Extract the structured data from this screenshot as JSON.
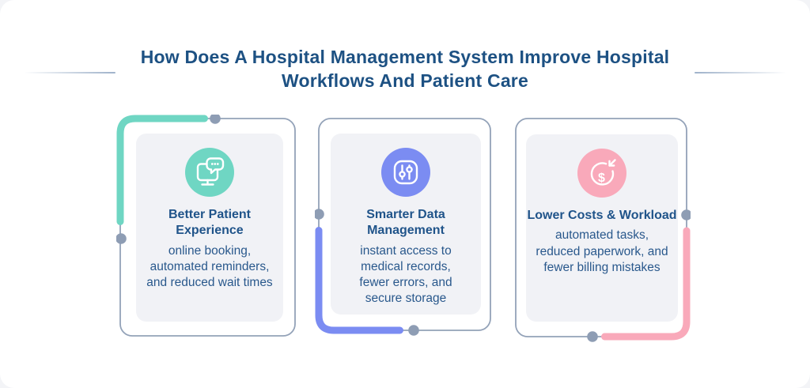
{
  "page": {
    "title": "How Does A Hospital Management System Improve Hospital Workflows And Patient Care",
    "title_color": "#1d5183"
  },
  "frame_colors": {
    "border": "#93a2b8",
    "dot": "#8e9db4",
    "panel_bg": "#f1f2f6"
  },
  "cards": [
    {
      "id": "better-patient-experience",
      "accent": "#6fd6c3",
      "icon": "chat-display-icon",
      "title": "Better Patient Experience",
      "description": "online booking, automated reminders, and reduced wait times"
    },
    {
      "id": "smarter-data-management",
      "accent": "#7b8cf2",
      "icon": "sliders-icon",
      "title": "Smarter Data Management",
      "description": "instant access to medical records, fewer errors, and secure storage"
    },
    {
      "id": "lower-costs-workload",
      "accent": "#f9a9ba",
      "icon": "dollar-refresh-icon",
      "icon_glyph": "$",
      "title": "Lower Costs & Workload",
      "description": "automated tasks, reduced paperwork, and fewer billing mistakes"
    }
  ]
}
